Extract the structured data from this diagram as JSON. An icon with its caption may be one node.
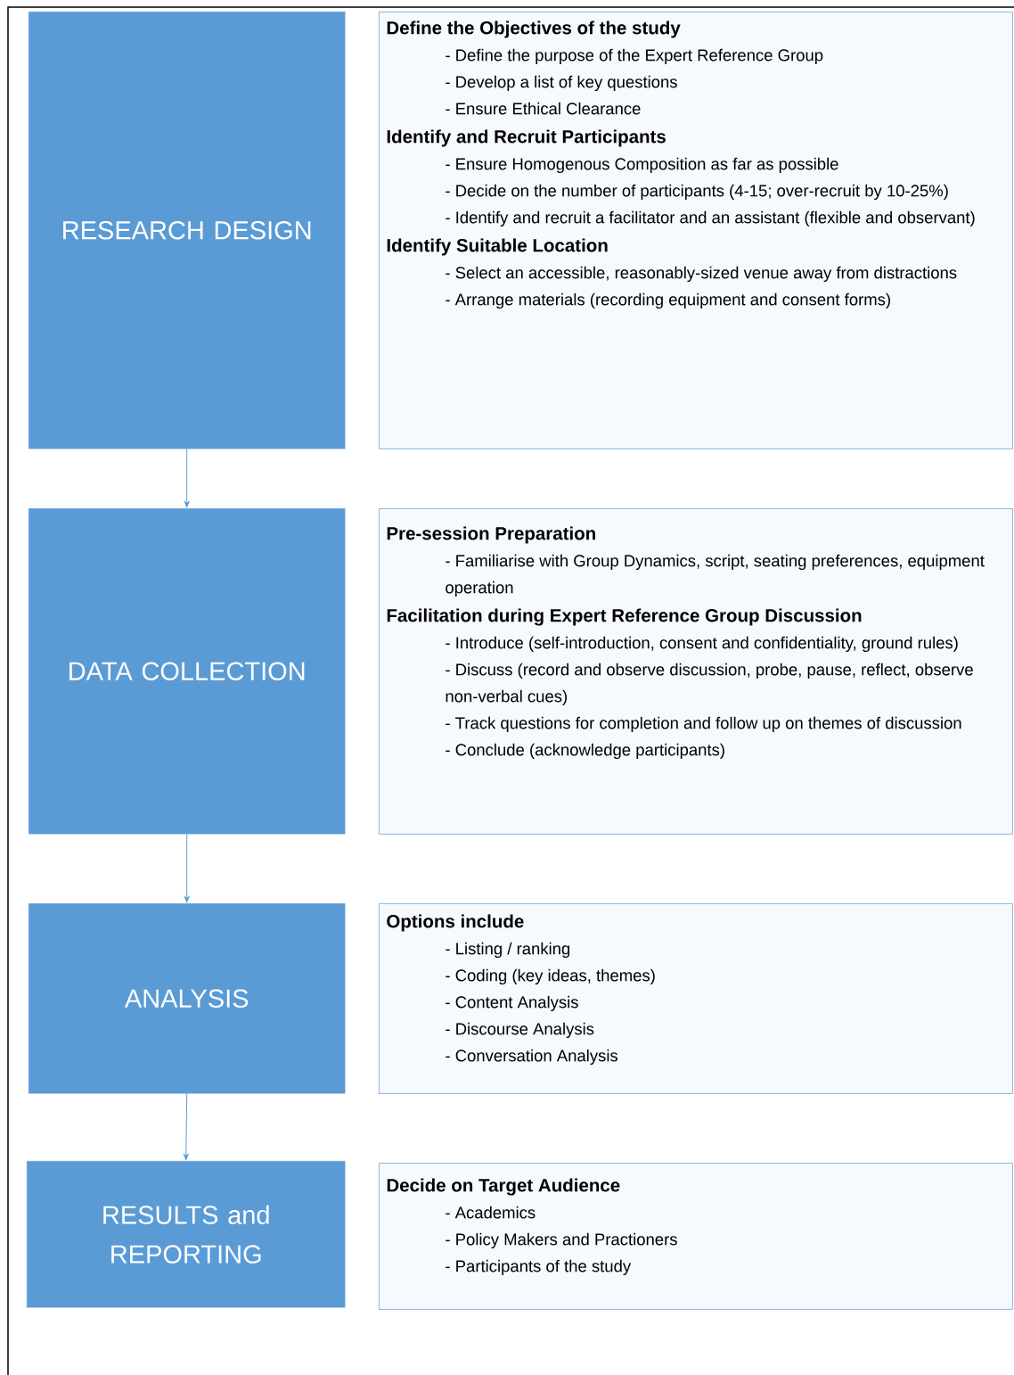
{
  "diagram": {
    "nodes": [
      {
        "text": [
          "RESEARCH DESIGN"
        ]
      },
      {
        "text": [
          "Define the Objectives of the study",
          "- Define the purpose of the Expert Reference Group",
          "- Develop a list of key questions",
          "- Ensure Ethical Clearance",
          "Identify and Recruit Participants",
          "- Ensure Homogenous Composition as far as possible",
          "- Decide on the number of participants (4-15; over-recruit by 10-25%)",
          "- Identify and recruit a facilitator and an assistant (flexible and observant)",
          "Identify Suitable Location",
          "- Select an accessible, reasonably-sized venue away from distractions",
          "- Arrange materials (recording equipment and consent forms)"
        ]
      },
      {
        "text": [
          "DATA COLLECTION"
        ]
      },
      {
        "text": [
          "Pre-session Preparation",
          "- Familiarise with Group Dynamics, script, seating preferences, equipment operation",
          "Facilitation during Expert Reference Group Discussion",
          "- Introduce (self-introduction, consent and confidentiality, ground rules)",
          "- Discuss (record and observe discussion, probe, pause, reflect, observe non-verbal cues)",
          "- Track questions for completion and follow up on themes of discussion",
          "- Conclude (acknowledge participants)"
        ]
      },
      {
        "text": [
          "ANALYSIS"
        ]
      },
      {
        "text": [
          "Options include",
          "- Listing / ranking",
          "- Coding (key ideas, themes)",
          "- Content Analysis",
          "- Discourse Analysis",
          "- Conversation Analysis"
        ]
      },
      {
        "text": [
          "RESULTS and REPORTING"
        ]
      },
      {
        "text": [
          "Decide on Target Audience",
          "- Academics",
          "- Policy Makers and Practioners",
          "- Participants of the study"
        ]
      }
    ],
    "edges": [
      {
        "from": 0,
        "to": 2,
        "arrow": "to"
      },
      {
        "from": 2,
        "to": 4,
        "arrow": "to"
      },
      {
        "from": 4,
        "to": 6,
        "arrow": "to"
      }
    ]
  }
}
